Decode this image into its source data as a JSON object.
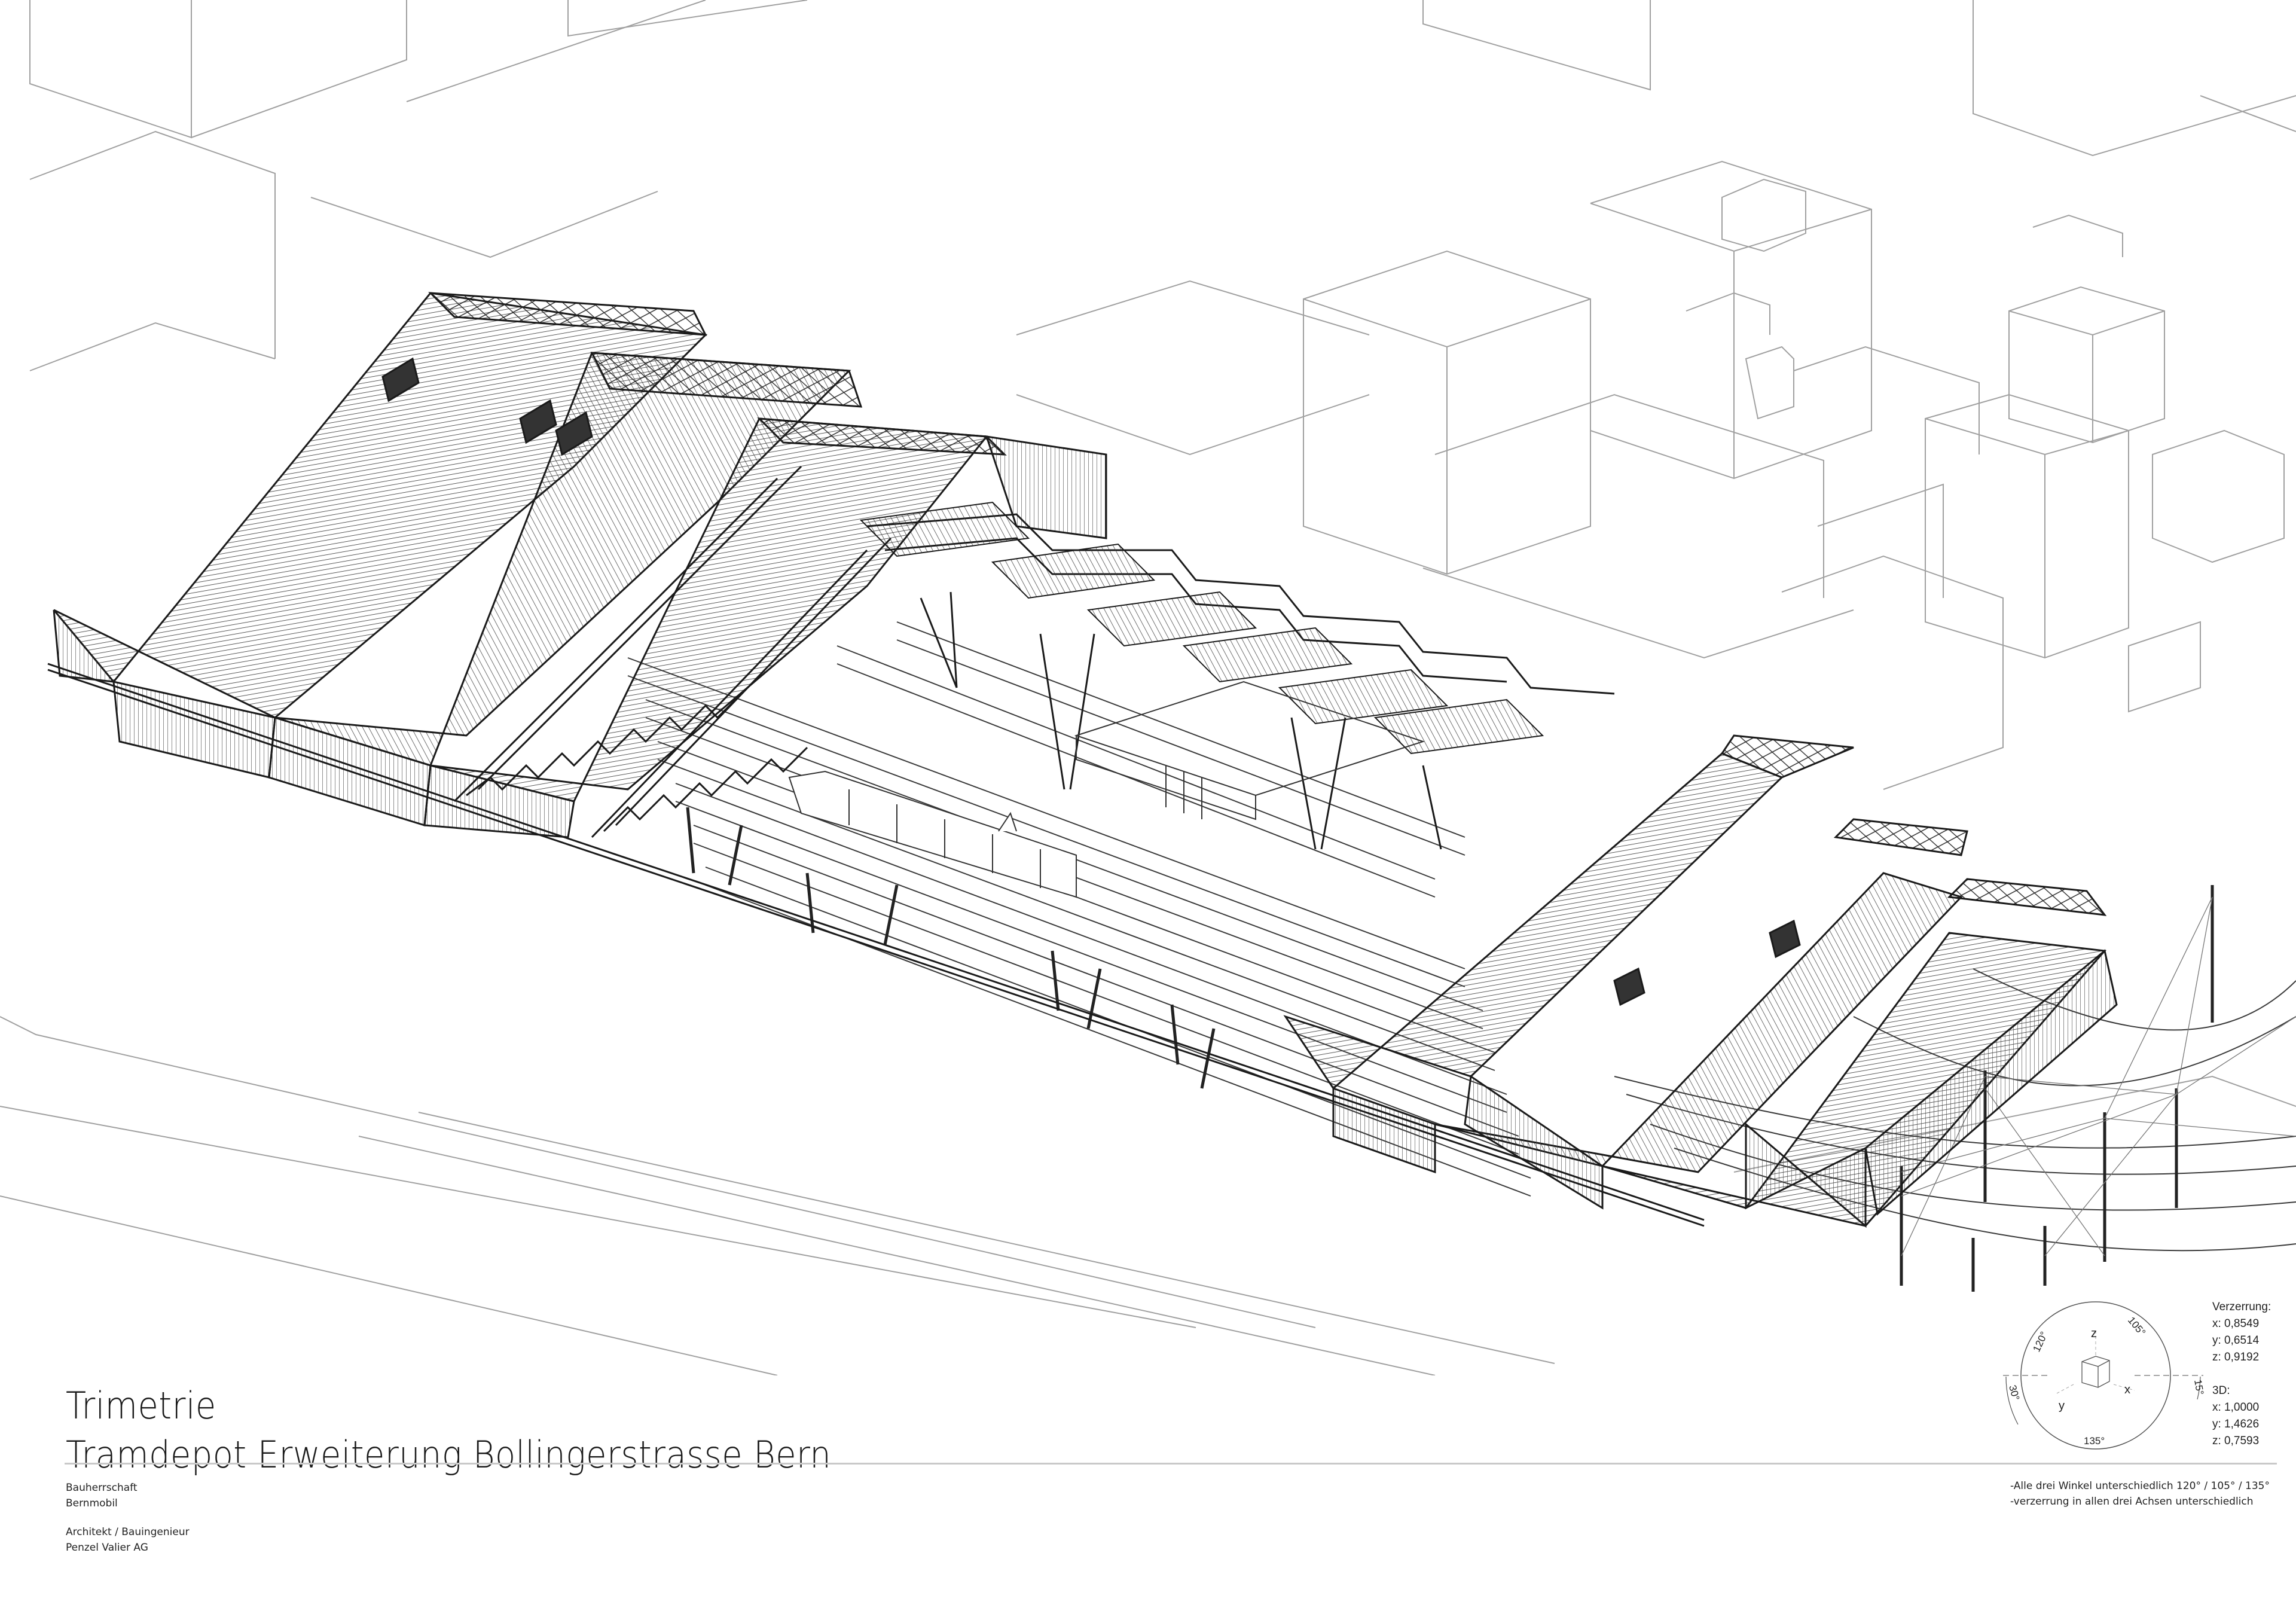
{
  "title_block": {
    "projection_type": "Trimetrie",
    "project_title": "Tramdepot Erweiterung Bollingerstrasse Bern"
  },
  "credits": [
    {
      "role": "Bauherrschaft",
      "name": "Bernmobil"
    },
    {
      "role": "Architekt / Bauingenieur",
      "name": "Penzel Valier AG"
    }
  ],
  "notes": [
    "-Alle drei Winkel unterschiedlich 120° / 105° / 135°",
    "-verzerrung in allen drei Achsen unterschiedlich"
  ],
  "projection_diagram": {
    "axis_labels": {
      "x": "x",
      "y": "y",
      "z": "z"
    },
    "angles": {
      "yz": "120°",
      "xz": "105°",
      "xy": "135°",
      "y_horizontal": "30°",
      "x_horizontal": "15°"
    }
  },
  "distortion": {
    "heading": "Verzerrung:",
    "x": "x: 0,8549",
    "y": "y: 0,6514",
    "z": "z: 0,9192",
    "heading_3d": "3D:",
    "x_3d": "x: 1,0000",
    "y_3d": "y: 1,4626",
    "z_3d": "z: 0,7593"
  },
  "drawing": {
    "subject": "tram depot hall with sawtooth roofs, timber trusses, tracks, tram, and surrounding city blocks",
    "line_color": "#1a1a1a",
    "context_line_color": "#9a9a9a"
  }
}
